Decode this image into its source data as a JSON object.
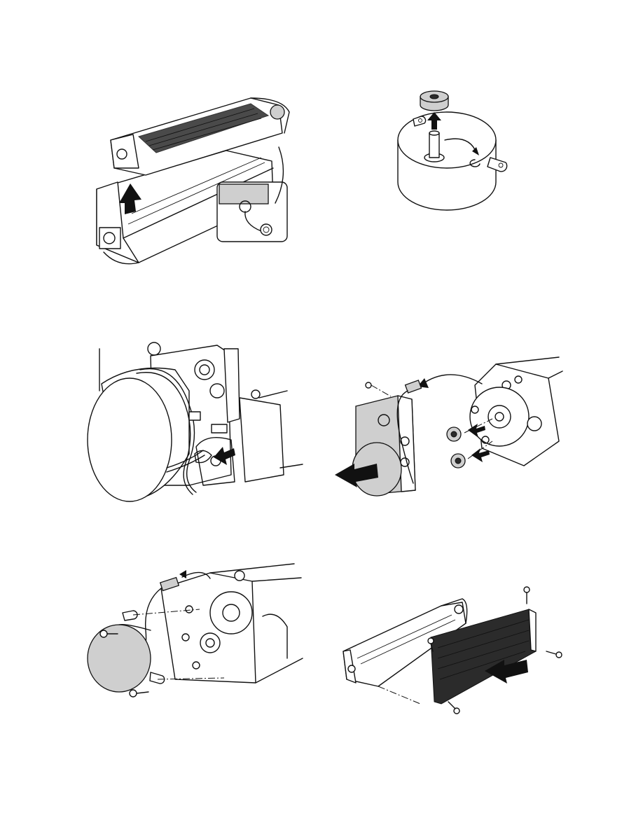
{
  "page": {
    "illustrations": [
      {
        "id": "fig-1",
        "icon": "fuser-unit-lift-icon"
      },
      {
        "id": "fig-2",
        "icon": "motor-gear-removal-icon"
      },
      {
        "id": "fig-3",
        "icon": "motor-harness-clamp-icon"
      },
      {
        "id": "fig-4",
        "icon": "drive-motor-bracket-removal-icon"
      },
      {
        "id": "fig-5",
        "icon": "motor-screw-removal-icon"
      },
      {
        "id": "fig-6",
        "icon": "heater-cover-removal-icon"
      }
    ]
  },
  "colors": {
    "line": "#111111",
    "shade": "#cfcfcf",
    "background": "#ffffff"
  }
}
